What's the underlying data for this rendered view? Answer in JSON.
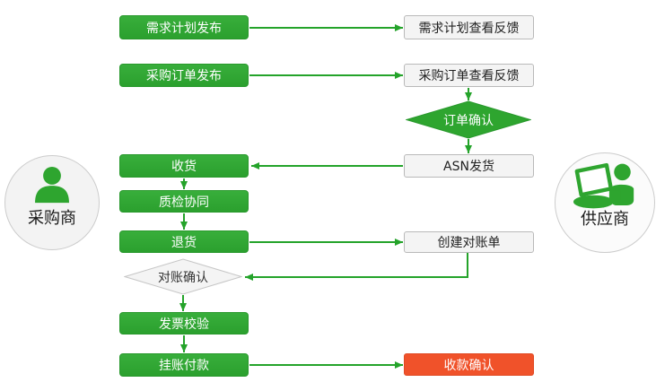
{
  "diagram": {
    "type": "flowchart",
    "theme": "procurement-collaboration"
  },
  "actors": {
    "buyer": {
      "label": "采购商",
      "icon": "person-silhouette-icon"
    },
    "supplier": {
      "label": "供应商",
      "icon": "person-with-laptop-icon"
    }
  },
  "nodes": {
    "demand_plan_publish": {
      "label": "需求计划发布",
      "type": "process",
      "lane": "buyer"
    },
    "po_publish": {
      "label": "采购订单发布",
      "type": "process",
      "lane": "buyer"
    },
    "receive_goods": {
      "label": "收货",
      "type": "process",
      "lane": "buyer"
    },
    "quality_collab": {
      "label": "质检协同",
      "type": "process",
      "lane": "buyer"
    },
    "return_goods": {
      "label": "退货",
      "type": "process",
      "lane": "buyer"
    },
    "recon_confirm": {
      "label": "对账确认",
      "type": "decision",
      "lane": "buyer"
    },
    "invoice_verify": {
      "label": "发票校验",
      "type": "process",
      "lane": "buyer"
    },
    "payment_on_account": {
      "label": "挂账付款",
      "type": "process",
      "lane": "buyer"
    },
    "demand_plan_feedback": {
      "label": "需求计划查看反馈",
      "type": "process",
      "lane": "supplier"
    },
    "po_feedback": {
      "label": "采购订单查看反馈",
      "type": "process",
      "lane": "supplier"
    },
    "order_confirm": {
      "label": "订单确认",
      "type": "decision",
      "lane": "supplier"
    },
    "asn_ship": {
      "label": "ASN发货",
      "type": "process",
      "lane": "supplier"
    },
    "create_recon": {
      "label": "创建对账单",
      "type": "process",
      "lane": "supplier"
    },
    "receipt_confirm": {
      "label": "收款确认",
      "type": "process-highlight",
      "lane": "supplier"
    }
  },
  "edges": [
    "demand_plan_publish -> demand_plan_feedback",
    "po_publish -> po_feedback",
    "po_feedback -> order_confirm",
    "order_confirm -> asn_ship",
    "asn_ship -> receive_goods",
    "receive_goods -> quality_collab",
    "quality_collab -> return_goods",
    "return_goods -> create_recon",
    "create_recon -> recon_confirm",
    "recon_confirm -> invoice_verify",
    "invoice_verify -> payment_on_account",
    "payment_on_account -> receipt_confirm"
  ],
  "colors": {
    "green_node": "#2ea52f",
    "red_node": "#f0522a",
    "connector": "#24a32a",
    "gray_node_bg": "#f4f4f4",
    "gray_node_border": "#b9b9b9",
    "actor_circle_bg": "#f3f3f3"
  }
}
